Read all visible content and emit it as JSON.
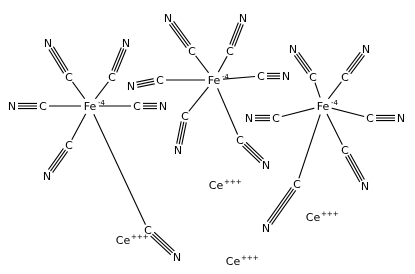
{
  "molecule": {
    "complexes": [
      {
        "metal": "Fe",
        "charge": "-4",
        "ligands": [
          {
            "c": "C",
            "n": "N"
          },
          {
            "c": "C",
            "n": "N"
          },
          {
            "c": "C",
            "n": "N"
          },
          {
            "c": "C",
            "n": "N"
          },
          {
            "c": "C",
            "n": "N"
          },
          {
            "c": "C",
            "n": "N"
          }
        ]
      },
      {
        "metal": "Fe",
        "charge": "-4",
        "ligands": [
          {
            "c": "C",
            "n": "N"
          },
          {
            "c": "C",
            "n": "N"
          },
          {
            "c": "C",
            "n": "N"
          },
          {
            "c": "C",
            "n": "N"
          },
          {
            "c": "C",
            "n": "N"
          },
          {
            "c": "C",
            "n": "N"
          }
        ]
      },
      {
        "metal": "Fe",
        "charge": "-4",
        "ligands": [
          {
            "c": "C",
            "n": "N"
          },
          {
            "c": "C",
            "n": "N"
          },
          {
            "c": "C",
            "n": "N"
          },
          {
            "c": "C",
            "n": "N"
          },
          {
            "c": "C",
            "n": "N"
          },
          {
            "c": "C",
            "n": "N"
          }
        ]
      }
    ],
    "counterions": [
      {
        "element": "Ce",
        "charge": "+++"
      },
      {
        "element": "Ce",
        "charge": "+++"
      },
      {
        "element": "Ce",
        "charge": "+++"
      },
      {
        "element": "Ce",
        "charge": "+++"
      }
    ],
    "bond_color": "#000000",
    "text_color": "#000000"
  }
}
